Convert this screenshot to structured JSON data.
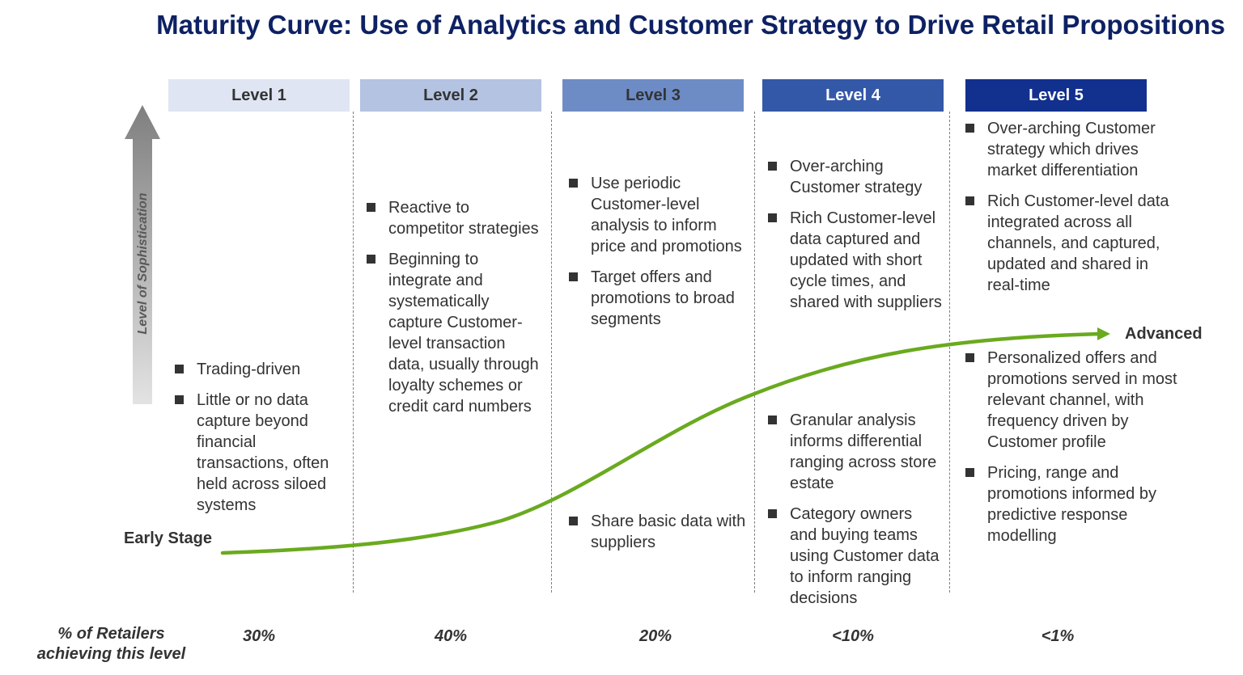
{
  "title": "Maturity Curve: Use of Analytics and Customer Strategy to Drive Retail Propositions",
  "axis_label": "Level of Sophistication",
  "stage_start": "Early Stage",
  "stage_end": "Advanced",
  "footer_label_line1": "% of Retailers",
  "footer_label_line2": "achieving this level",
  "colors": {
    "title": "#0d2163",
    "curve": "#6aaa1f",
    "level1": "#dfe5f2",
    "level2": "#b4c3e2",
    "level3": "#6d8cc6",
    "level4": "#3458a8",
    "level5": "#12308e"
  },
  "levels": [
    {
      "name": "Level 1",
      "percent": "30%",
      "items": [
        "Trading-driven",
        "Little or no data capture beyond financial transactions, often held across siloed systems"
      ]
    },
    {
      "name": "Level 2",
      "percent": "40%",
      "items": [
        "Reactive to competitor strategies",
        "Beginning to integrate and systematically capture Customer-level transaction data, usually through loyalty schemes or credit card numbers"
      ]
    },
    {
      "name": "Level 3",
      "percent": "20%",
      "items_top": [
        "Use periodic Customer-level analysis to inform price and promotions",
        "Target offers and promotions to broad segments"
      ],
      "items_bottom": [
        "Share basic data with suppliers"
      ]
    },
    {
      "name": "Level 4",
      "percent": "<10%",
      "items_top": [
        "Over-arching Customer strategy",
        "Rich Customer-level data captured and updated with short cycle times, and shared with suppliers"
      ],
      "items_bottom": [
        "Granular analysis informs differential ranging across store estate",
        "Category owners and buying teams using Customer data to inform ranging decisions"
      ]
    },
    {
      "name": "Level 5",
      "percent": "<1%",
      "items_top": [
        "Over-arching Customer strategy which drives market differentiation",
        "Rich Customer-level data integrated across all channels, and captured, updated and shared in real-time"
      ],
      "items_bottom": [
        "Personalized offers and promotions served in most relevant channel, with frequency driven by Customer profile",
        "Pricing, range and promotions informed by predictive response modelling"
      ]
    }
  ]
}
